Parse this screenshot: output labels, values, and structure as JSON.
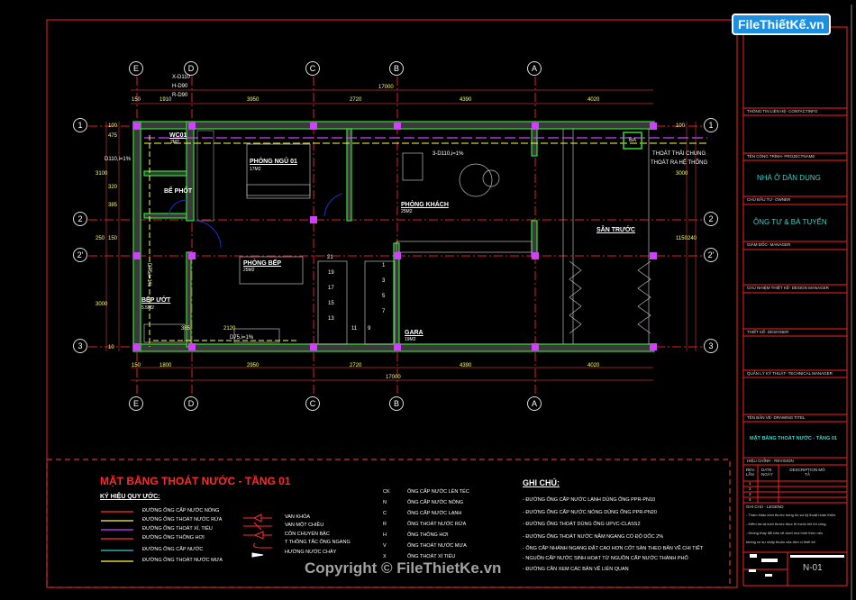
{
  "logo": {
    "text": "FileThiếtKế.vn"
  },
  "watermark": "Copyright © FileThietKe.vn",
  "grid": {
    "columns": [
      "E",
      "D",
      "C",
      "B",
      "A"
    ],
    "rows": [
      "1",
      "2",
      "2'",
      "3"
    ]
  },
  "dimensions": {
    "top_total": "17000",
    "top": [
      "150",
      "1910",
      "3950",
      "2720",
      "4390",
      "4020"
    ],
    "bottom_total": "17000",
    "bottom": [
      "150",
      "1800",
      "2950",
      "2720",
      "4390",
      "4020"
    ],
    "left": [
      "100",
      "475",
      "3100",
      "320",
      "385",
      "250",
      "150",
      "3000",
      "10"
    ],
    "right": [
      "100",
      "3000",
      "1150",
      "240"
    ],
    "inner": [
      "385",
      "2120",
      "21",
      "19",
      "17",
      "15",
      "13",
      "11",
      "9",
      "1",
      "3",
      "5",
      "7"
    ]
  },
  "rooms": {
    "wc": {
      "name": "WC01",
      "area": "2M2"
    },
    "septic": {
      "name": "BỂ PHỐT"
    },
    "bedroom": {
      "name": "PHÒNG NGỦ 01",
      "area": "17M2"
    },
    "living": {
      "name": "PHÒNG KHÁCH",
      "area": "25M2"
    },
    "front_yard": {
      "name": "SÂN TRƯỚC"
    },
    "kitchen": {
      "name": "PHÒNG BẾP",
      "area": "25M2"
    },
    "wet_kitchen": {
      "name": "BẾP ƯỚT",
      "area": "5.5M2"
    },
    "garage": {
      "name": "GARA",
      "area": "19M2"
    }
  },
  "pipe_labels": {
    "x": "X-D110",
    "h": "H-D90",
    "r": "R-D90",
    "left_main": "D110,i=1%",
    "main": "3-D110,i=1%",
    "vertical": "D75,i=1%",
    "kitchen": "D75,i=1%",
    "ba": "BA",
    "outlet_1": "THOÁT THẢI CHUNG",
    "outlet_2": "THOÁT RA HỆ THỐNG"
  },
  "legend": {
    "title": "MẶT BẰNG THOÁT NƯỚC - TẦNG 01",
    "symbols_heading": "KÝ HIỆU QUY ƯỚC:",
    "lines": [
      {
        "label": "ĐƯỜNG ỐNG CẤP NƯỚC NÓNG",
        "color": "#ff3030"
      },
      {
        "label": "ĐƯỜNG ỐNG THOÁT NƯỚC RỬA",
        "color": "#ffff40"
      },
      {
        "label": "ĐƯỜNG ỐNG THOÁT XÍ, TIỂU",
        "color": "#d040ff"
      },
      {
        "label": "ĐƯỜNG ỐNG THÔNG HƠI",
        "color": "#ff3030"
      },
      {
        "label": "ĐƯỜNG ỐNG CẤP NƯỚC",
        "color": "#30d0d0"
      },
      {
        "label": "ĐƯỜNG ỐNG THOÁT NƯỚC MƯA",
        "color": "#ffff40"
      }
    ],
    "fittings": [
      "VAN KHÓA",
      "VAN MỘT CHIỀU",
      "CÔN CHUYỂN BẬC",
      "T THÔNG TẮC ỐNG NGANG",
      "HƯỚNG NƯỚC CHẢY"
    ],
    "abbreviations": [
      {
        "code": "CK",
        "label": "ỐNG CẤP NƯỚC LÊN TÉC"
      },
      {
        "code": "N",
        "label": "ỐNG CẤP NƯỚC NÓNG"
      },
      {
        "code": "C",
        "label": "ỐNG CẤP NƯỚC LẠNH"
      },
      {
        "code": "R",
        "label": "ỐNG THOÁT NƯỚC RỬA"
      },
      {
        "code": "H",
        "label": "ỐNG THÔNG HƠI"
      },
      {
        "code": "V",
        "label": "ỐNG THOÁT NƯỚC MƯA"
      },
      {
        "code": "X",
        "label": "ỐNG THOÁT XÍ TIỂU"
      }
    ]
  },
  "notes": {
    "heading": "GHI CHÚ:",
    "items": [
      "- ĐƯỜNG ỐNG CẤP NƯỚC LẠNH DÙNG ỐNG PPR-PN10",
      "- ĐƯỜNG ỐNG CẤP NƯỚC NÓNG DÙNG ỐNG PPR-PN20",
      "- ĐƯỜNG ỐNG THOÁT DÙNG ỐNG UPVC-CLASS2",
      "- ĐƯỜNG ỐNG THOÁT NƯỚC NẰM NGANG CÓ ĐỘ DỐC 2%",
      "- ỐNG CẤP NHÁNH NGANG ĐẶT CAO HƠN CỐT SÀN THEO BẢN VẼ CHI TIẾT",
      "- NGUỒN CẤP NƯỚC SINH HOẠT TỪ NGUỒN CẤP NƯỚC THÀNH PHỐ",
      "- ĐƯỜNG CẦN XEM CÁC BẢN VẼ LIÊN QUAN"
    ]
  },
  "title_block": {
    "contact": "THÔNG TIN LIÊN HỆ- CONTACTINFO",
    "project_label": "TÊN CÔNG TRÌNH- PROJECTNAME",
    "project": "NHÀ Ở DÂN DỤNG",
    "owner_label": "CHỦ ĐẦU TƯ- OWNER",
    "owner": "ÔNG TƯ & BÀ TUYẾN",
    "manager_label": "GIÁM ĐỐC- MANAGER",
    "design_manager_label": "CHỦ NHIỆM THIẾT KẾ- DESIGN MANAGER",
    "designer_label": "THIẾT KẾ- DESIGNER",
    "tech_manager_label": "QUẢN LÝ KỸ THUẬT- TECHNICAL MANAGER",
    "drawing_title_label": "TÊN BẢN VẼ- DRAWING TITEL",
    "drawing_title": "MẶT BẰNG THOÁT NƯỚC - TẦNG 01",
    "revision_label": "HIỆU CHỈNH - REVISION",
    "rev_headers": [
      "REV. LẦN",
      "DATE NGÀY",
      "DESCRIPTION MÔ TẢ"
    ],
    "rev_rows": [
      "1",
      "2",
      "3",
      "4"
    ],
    "legend_label": "GHI CHÚ - LEGEND",
    "legend_text": [
      "- Tham khảo kích thước trong hồ sơ kỹ thuật hoàn thiện.",
      "- Kiểm tra lại kích thước thực tế trước khi thi công.",
      "- Không thay đổi bản vẽ dưới mọi hình thức nếu",
      "không có sự chấp thuận của đơn vị thiết kế."
    ],
    "sheet_no": "N-01"
  }
}
